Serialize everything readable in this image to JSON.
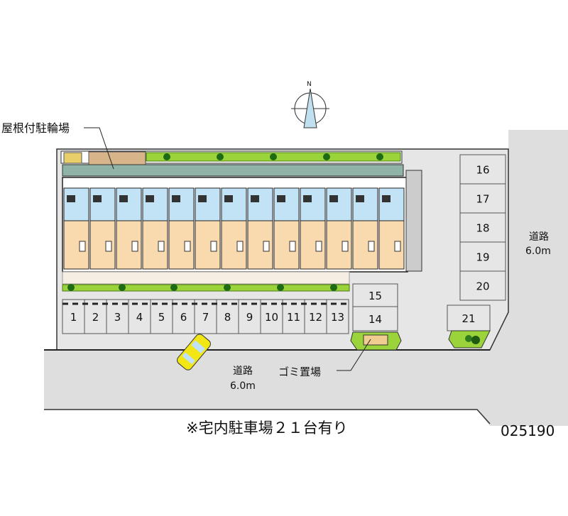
{
  "labels": {
    "bike_parking": "屋根付駐輪場",
    "road_right_name": "道路",
    "road_right_width": "6.0m",
    "road_bottom_name": "道路",
    "road_bottom_width": "6.0m",
    "garbage": "ゴミ置場",
    "note": "※宅内駐車場２１台有り",
    "property_id": "025190",
    "north": "N"
  },
  "parking_spaces": [
    "1",
    "2",
    "3",
    "4",
    "5",
    "6",
    "7",
    "8",
    "9",
    "10",
    "11",
    "12",
    "13",
    "14",
    "15",
    "16",
    "17",
    "18",
    "19",
    "20",
    "21"
  ],
  "colors": {
    "road": "#dedede",
    "lot": "#e6e6e6",
    "unit_wet": "#c2e2f6",
    "unit_room": "#f9d9ae",
    "greenery": "#9ad43a",
    "canopy": "#8fb3a6",
    "car": "#f2e614"
  }
}
